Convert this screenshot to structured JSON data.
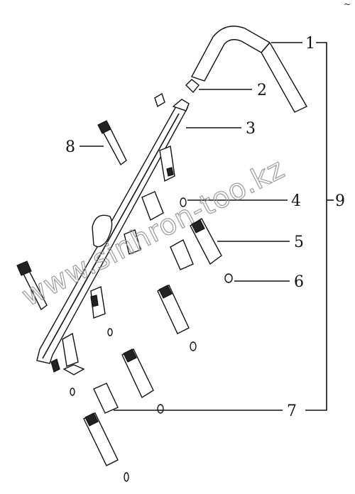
{
  "diagram": {
    "callouts": [
      {
        "id": "1",
        "label": "1"
      },
      {
        "id": "2",
        "label": "2"
      },
      {
        "id": "3",
        "label": "3"
      },
      {
        "id": "4",
        "label": "4"
      },
      {
        "id": "5",
        "label": "5"
      },
      {
        "id": "6",
        "label": "6"
      },
      {
        "id": "7",
        "label": "7"
      },
      {
        "id": "8",
        "label": "8"
      },
      {
        "id": "9",
        "label": "9"
      }
    ],
    "watermark": "www.sinhron-too.kz",
    "corner_mark": "~"
  },
  "colors": {
    "line": "#111111",
    "watermark": "#9a9a9a",
    "background": "#ffffff"
  }
}
